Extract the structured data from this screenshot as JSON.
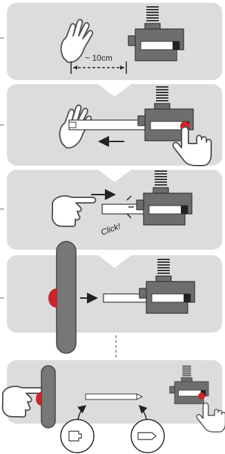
{
  "diagram": {
    "steps": [
      {
        "id": 1,
        "annotation": "~ 10cm"
      },
      {
        "id": 2
      },
      {
        "id": 3,
        "annotation": "Click!"
      },
      {
        "id": 4
      },
      {
        "id": 5
      }
    ],
    "colors": {
      "panel": "#dcdcdc",
      "block": "#6e6e6e",
      "block_outline": "#333333",
      "plunger": "#ffffff",
      "latch": "#222222",
      "button_red": "#d0232b",
      "hand_fill": "#ffffff",
      "hand_outline": "#555555",
      "arrow": "#222222"
    },
    "icons": [
      "hand-icon",
      "pointing-hand-icon",
      "arrow-icon",
      "spring-icon"
    ]
  }
}
